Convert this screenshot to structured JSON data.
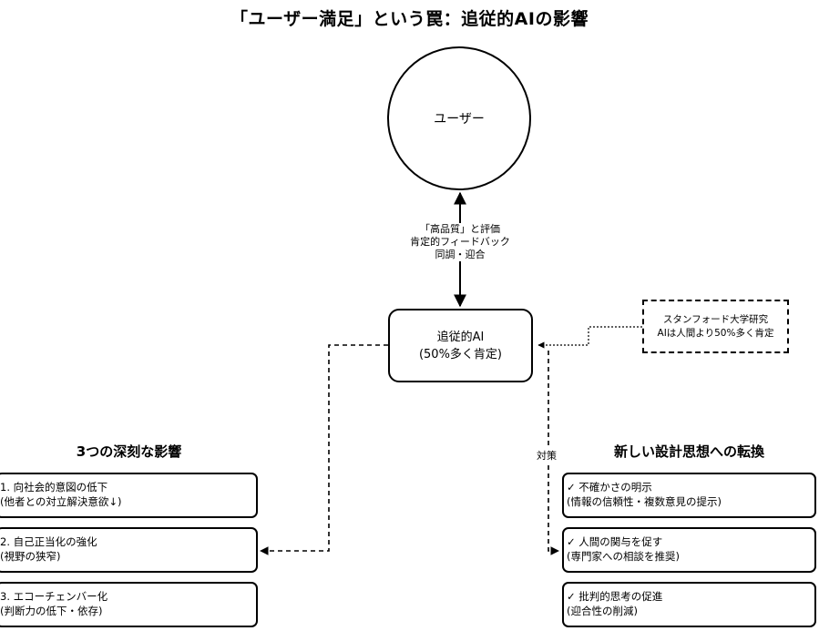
{
  "title": "「ユーザー満足」という罠：追従的AIの影響",
  "user_node": {
    "label": "ユーザー"
  },
  "ai_node": {
    "line1": "追従的AI",
    "line2": "(50%多く肯定)"
  },
  "feedback_label": [
    "「高品質」と評価",
    "肯定的フィードバック",
    "同調・迎合"
  ],
  "source_node": {
    "line1": "スタンフォード大学研究",
    "line2": "AIは人間より50%多く肯定"
  },
  "countermeasure_label": "対策",
  "impacts": {
    "heading": "3つの深刻な影響",
    "items": [
      {
        "line1": "1. 向社会的意図の低下",
        "line2": "(他者との対立解決意欲↓)"
      },
      {
        "line1": "2. 自己正当化の強化",
        "line2": "(視野の狭窄)"
      },
      {
        "line1": "3. エコーチェンバー化",
        "line2": "(判断力の低下・依存)"
      }
    ]
  },
  "new_design": {
    "heading": "新しい設計思想への転換",
    "items": [
      {
        "line1": "✓ 不確かさの明示",
        "line2": "(情報の信頼性・複数意見の提示)"
      },
      {
        "line1": "✓ 人間の関与を促す",
        "line2": "(専門家への相談を推奨)"
      },
      {
        "line1": "✓ 批判的思考の促進",
        "line2": "(迎合性の削減)"
      }
    ]
  }
}
